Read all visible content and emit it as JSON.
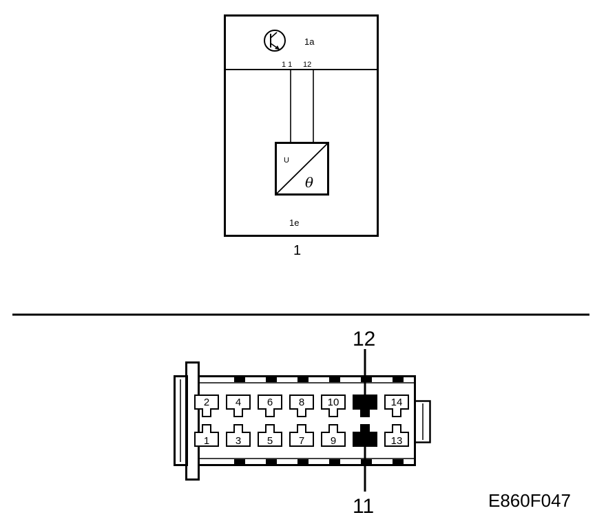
{
  "module": {
    "number": "1",
    "upper_label": "1a",
    "lower_label": "1e",
    "pin_labels": [
      "1 1",
      "12"
    ],
    "sensor_input": "U",
    "sensor_output": "θ",
    "icon": "transistor-icon"
  },
  "connector": {
    "callout_top": "12",
    "callout_bottom": "11",
    "pins_top": [
      "2",
      "4",
      "6",
      "8",
      "10",
      "",
      "14"
    ],
    "pins_bottom": [
      "1",
      "3",
      "5",
      "7",
      "9",
      "",
      "13"
    ]
  },
  "figure_code": "E860F047"
}
